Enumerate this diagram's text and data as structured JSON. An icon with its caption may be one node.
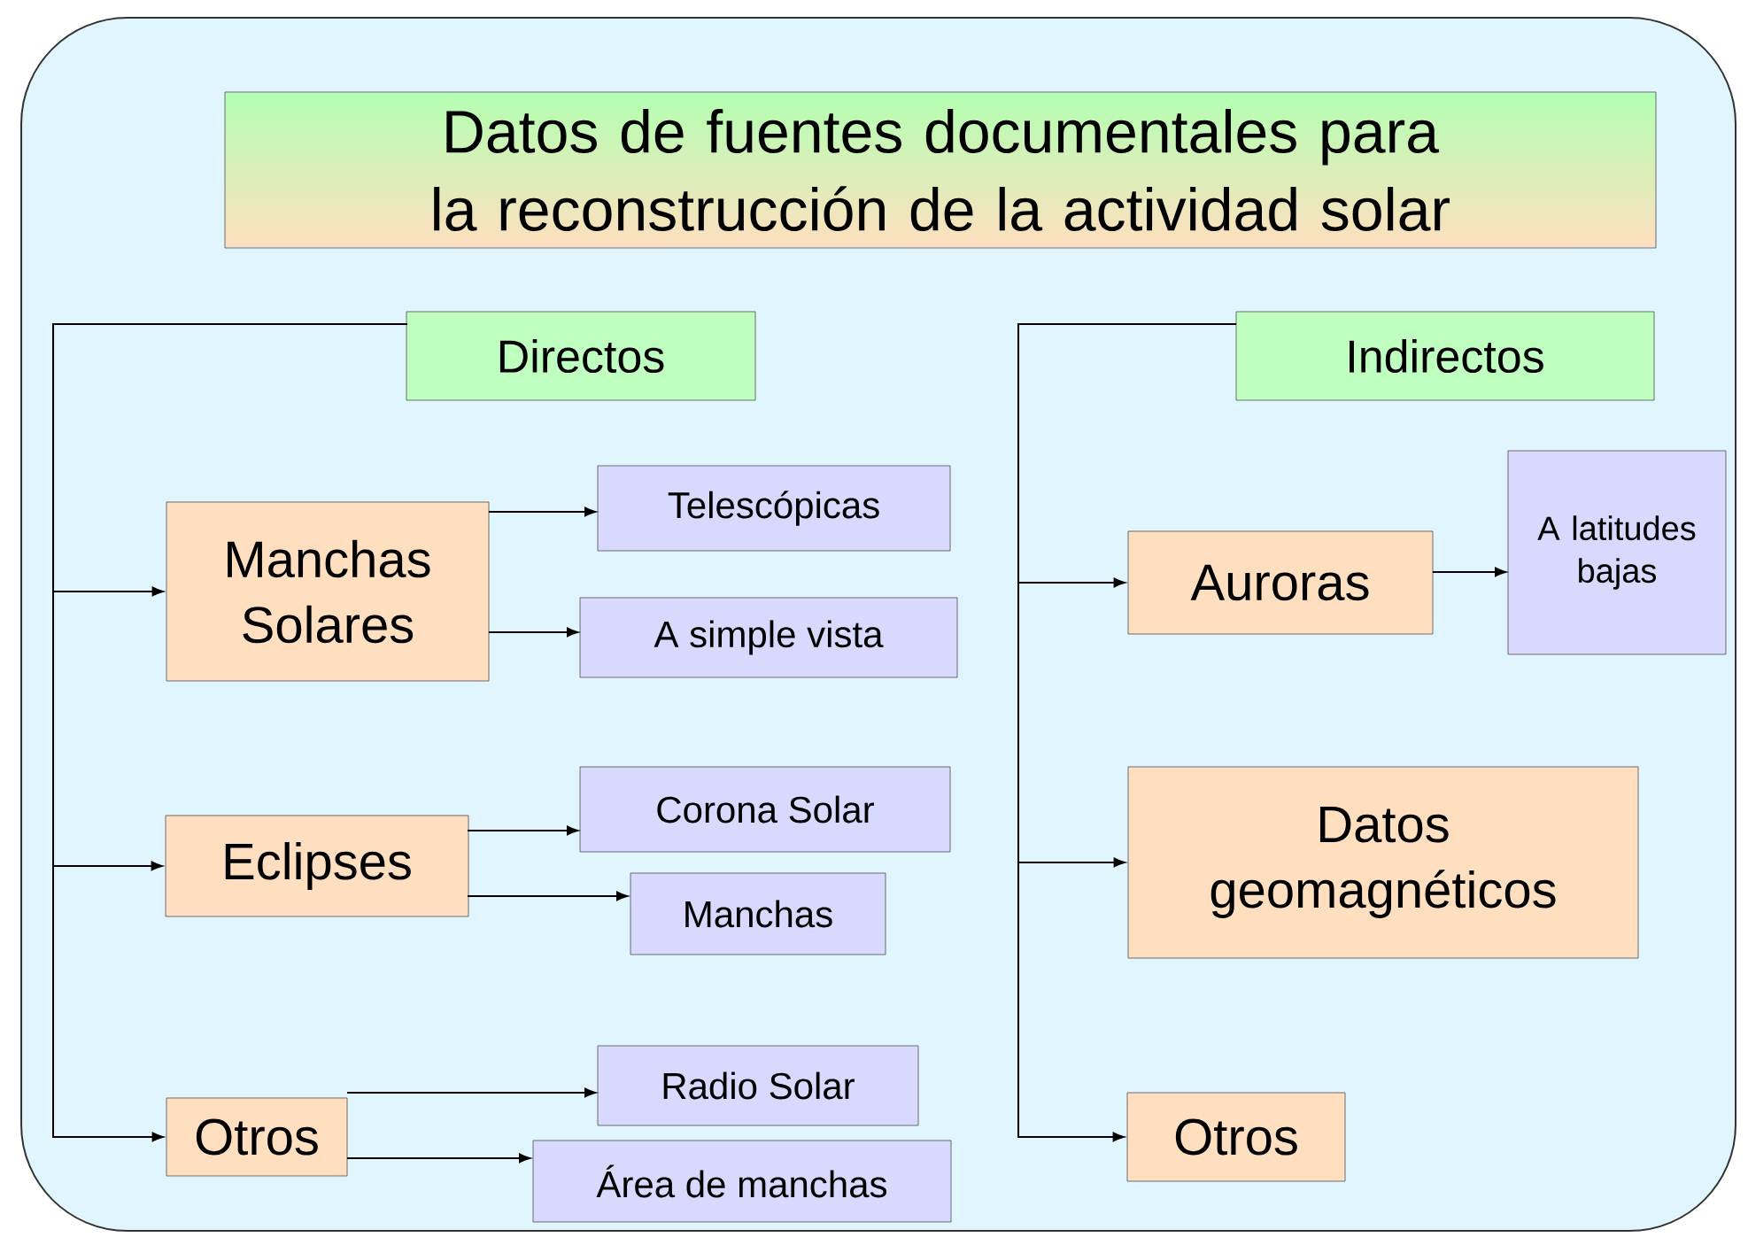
{
  "diagram": {
    "nodes": [
      {
        "text": [
          "Datos de fuentes documentales para la reconstrucción de la actividad solar"
        ]
      },
      {
        "text": [
          "Directos"
        ]
      },
      {
        "text": [
          "Manchas Solares"
        ]
      },
      {
        "text": [
          "Telescópicas"
        ]
      },
      {
        "text": [
          "A simple vista"
        ]
      },
      {
        "text": [
          "Eclipses"
        ]
      },
      {
        "text": [
          "Corona Solar"
        ]
      },
      {
        "text": [
          "Manchas"
        ]
      },
      {
        "text": [
          "Otros"
        ]
      },
      {
        "text": [
          "Radio Solar"
        ]
      },
      {
        "text": [
          "Área de manchas"
        ]
      },
      {
        "text": [
          "Indirectos"
        ]
      },
      {
        "text": [
          "Auroras"
        ]
      },
      {
        "text": [
          "A latitudes bajas"
        ]
      },
      {
        "text": [
          "Datos geomagnéticos"
        ]
      },
      {
        "text": [
          "Otros"
        ]
      }
    ],
    "edges": [
      {
        "from": 1,
        "to": 2,
        "arrow": "to"
      },
      {
        "from": 1,
        "to": 5,
        "arrow": "to"
      },
      {
        "from": 1,
        "to": 8,
        "arrow": "to"
      },
      {
        "from": 2,
        "to": 3,
        "arrow": "to"
      },
      {
        "from": 2,
        "to": 4,
        "arrow": "to"
      },
      {
        "from": 5,
        "to": 6,
        "arrow": "to"
      },
      {
        "from": 5,
        "to": 7,
        "arrow": "to"
      },
      {
        "from": 8,
        "to": 9,
        "arrow": "to"
      },
      {
        "from": 8,
        "to": 10,
        "arrow": "to"
      },
      {
        "from": 11,
        "to": 12,
        "arrow": "to"
      },
      {
        "from": 11,
        "to": 14,
        "arrow": "to"
      },
      {
        "from": 11,
        "to": 15,
        "arrow": "to"
      },
      {
        "from": 12,
        "to": 13,
        "arrow": "to"
      }
    ]
  }
}
